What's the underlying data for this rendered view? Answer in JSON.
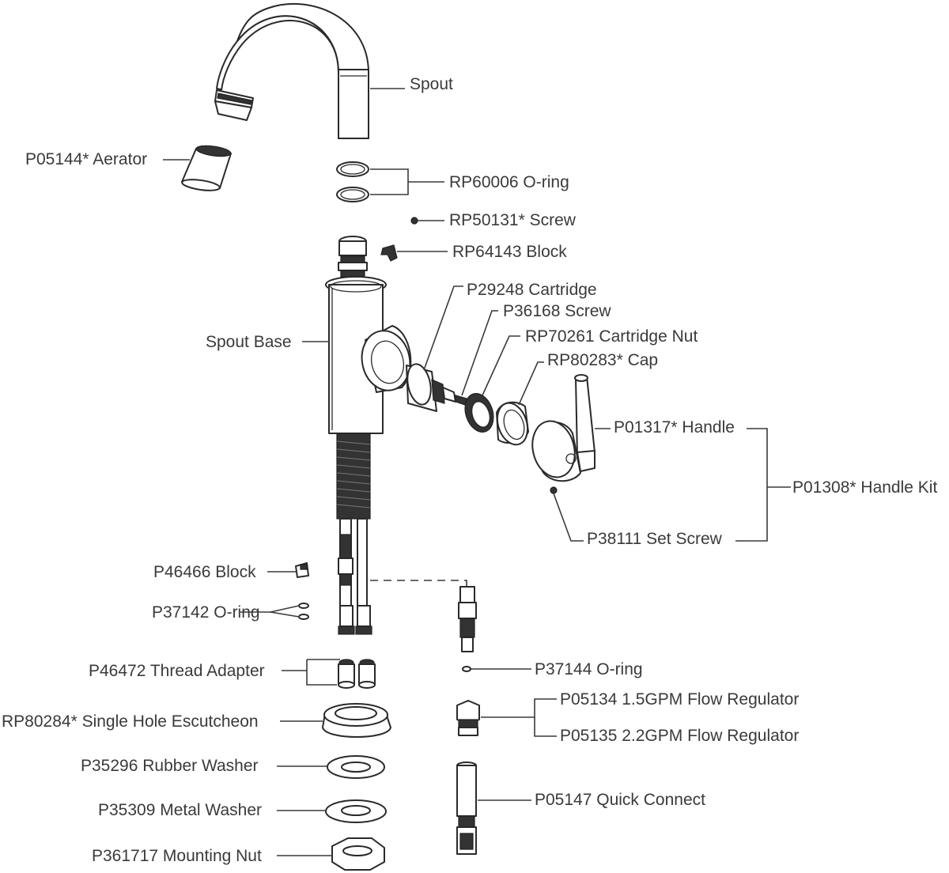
{
  "labels": {
    "spout": "Spout",
    "aerator": "P05144* Aerator",
    "oring_spout": "RP60006 O-ring",
    "screw_block": "RP50131* Screw",
    "block_top": "RP64143 Block",
    "cartridge": "P29248 Cartridge",
    "screw_cart": "P36168 Screw",
    "cartridge_nut": "RP70261 Cartridge Nut",
    "cap": "RP80283* Cap",
    "spout_base": "Spout Base",
    "handle": "P01317* Handle",
    "handle_kit": "P01308* Handle Kit",
    "set_screw": "P38111 Set Screw",
    "block_lower": "P46466 Block",
    "oring_lower": "P37142 O-ring",
    "thread_adapter": "P46472 Thread Adapter",
    "escutcheon": "RP80284* Single Hole Escutcheon",
    "rubber_washer": "P35296 Rubber Washer",
    "metal_washer": "P35309 Metal Washer",
    "mounting_nut": "P361717 Mounting Nut",
    "oring_hose": "P37144 O-ring",
    "flow_reg_15": "P05134 1.5GPM Flow Regulator",
    "flow_reg_22": "P05135 2.2GPM Flow Regulator",
    "quick_connect": "P05147 Quick Connect"
  }
}
